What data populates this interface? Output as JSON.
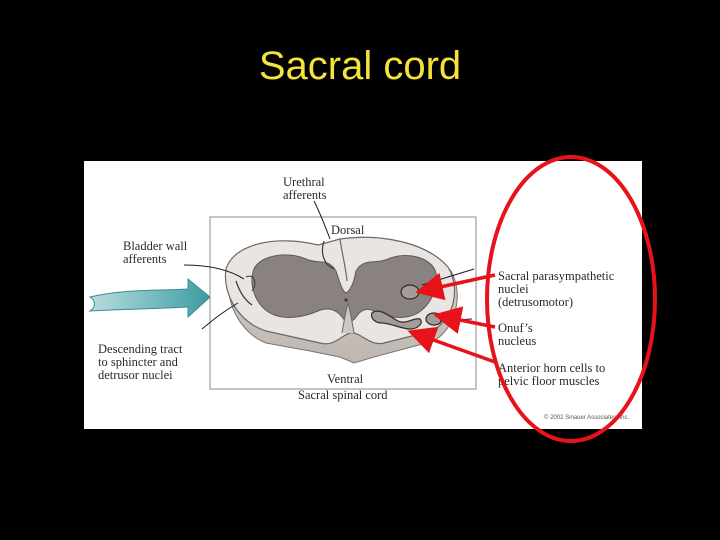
{
  "slide": {
    "title": "Sacral cord"
  },
  "figure": {
    "labels": {
      "urethral_afferents": "Urethral\nafferents",
      "dorsal": "Dorsal",
      "bladder_wall_afferents": "Bladder wall\nafferents",
      "descending_tract": "Descending tract\nto sphincter and\ndetrusor nuclei",
      "ventral": "Ventral",
      "caption": "Sacral spinal cord",
      "sacral_parasympathetic": "Sacral parasympathetic\nnuclei\n(detrusomotor)",
      "onufs_nucleus": "Onuf’s\nnucleus",
      "anterior_horn": "Anterior horn cells to\npelvic floor muscles",
      "copyright": "© 2002 Sinauer Associates, Inc."
    }
  },
  "colors": {
    "title": "#f5e23a",
    "annotation": "#e8121a",
    "tract_arrow": "#4fa3a8",
    "white_matter": "#e9e5e2",
    "gray_matter": "#8a8280"
  }
}
